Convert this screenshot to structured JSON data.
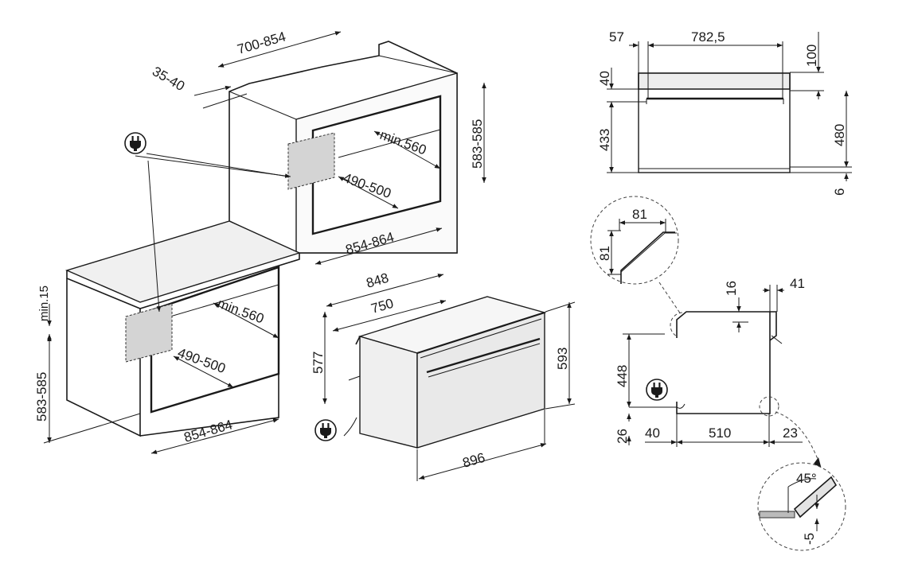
{
  "diagram": {
    "left_assembly": {
      "top_depth": "700-854",
      "top_gap": "35-40",
      "column_height": "583-585",
      "column_inner_depth": "min.560",
      "column_inner_height": "490-500",
      "column_width": "854-864"
    },
    "under_counter": {
      "min_gap": "min.15",
      "height": "583-585",
      "inner_depth": "min.560",
      "inner_height": "490-500",
      "width": "854-864"
    },
    "oven": {
      "overall_depth": "848",
      "body_depth": "750",
      "body_height": "577",
      "front_height": "593",
      "front_width": "896"
    },
    "front_view": {
      "side_offset": "57",
      "inner_width": "782,5",
      "top_gap": "100",
      "panel_height": "40",
      "body_height": "433",
      "total_height": "480",
      "bottom_gap": "6"
    },
    "detail_top": {
      "w": "81",
      "h": "81"
    },
    "side_view": {
      "top_gap": "16",
      "door": "41",
      "height": "448",
      "bottom": "26",
      "left": "40",
      "depth": "510",
      "right": "23"
    },
    "detail_bottom": {
      "angle": "45°",
      "offset": "-5"
    },
    "icons": [
      "power-plug-icon",
      "power-plug-icon",
      "power-plug-icon"
    ]
  }
}
